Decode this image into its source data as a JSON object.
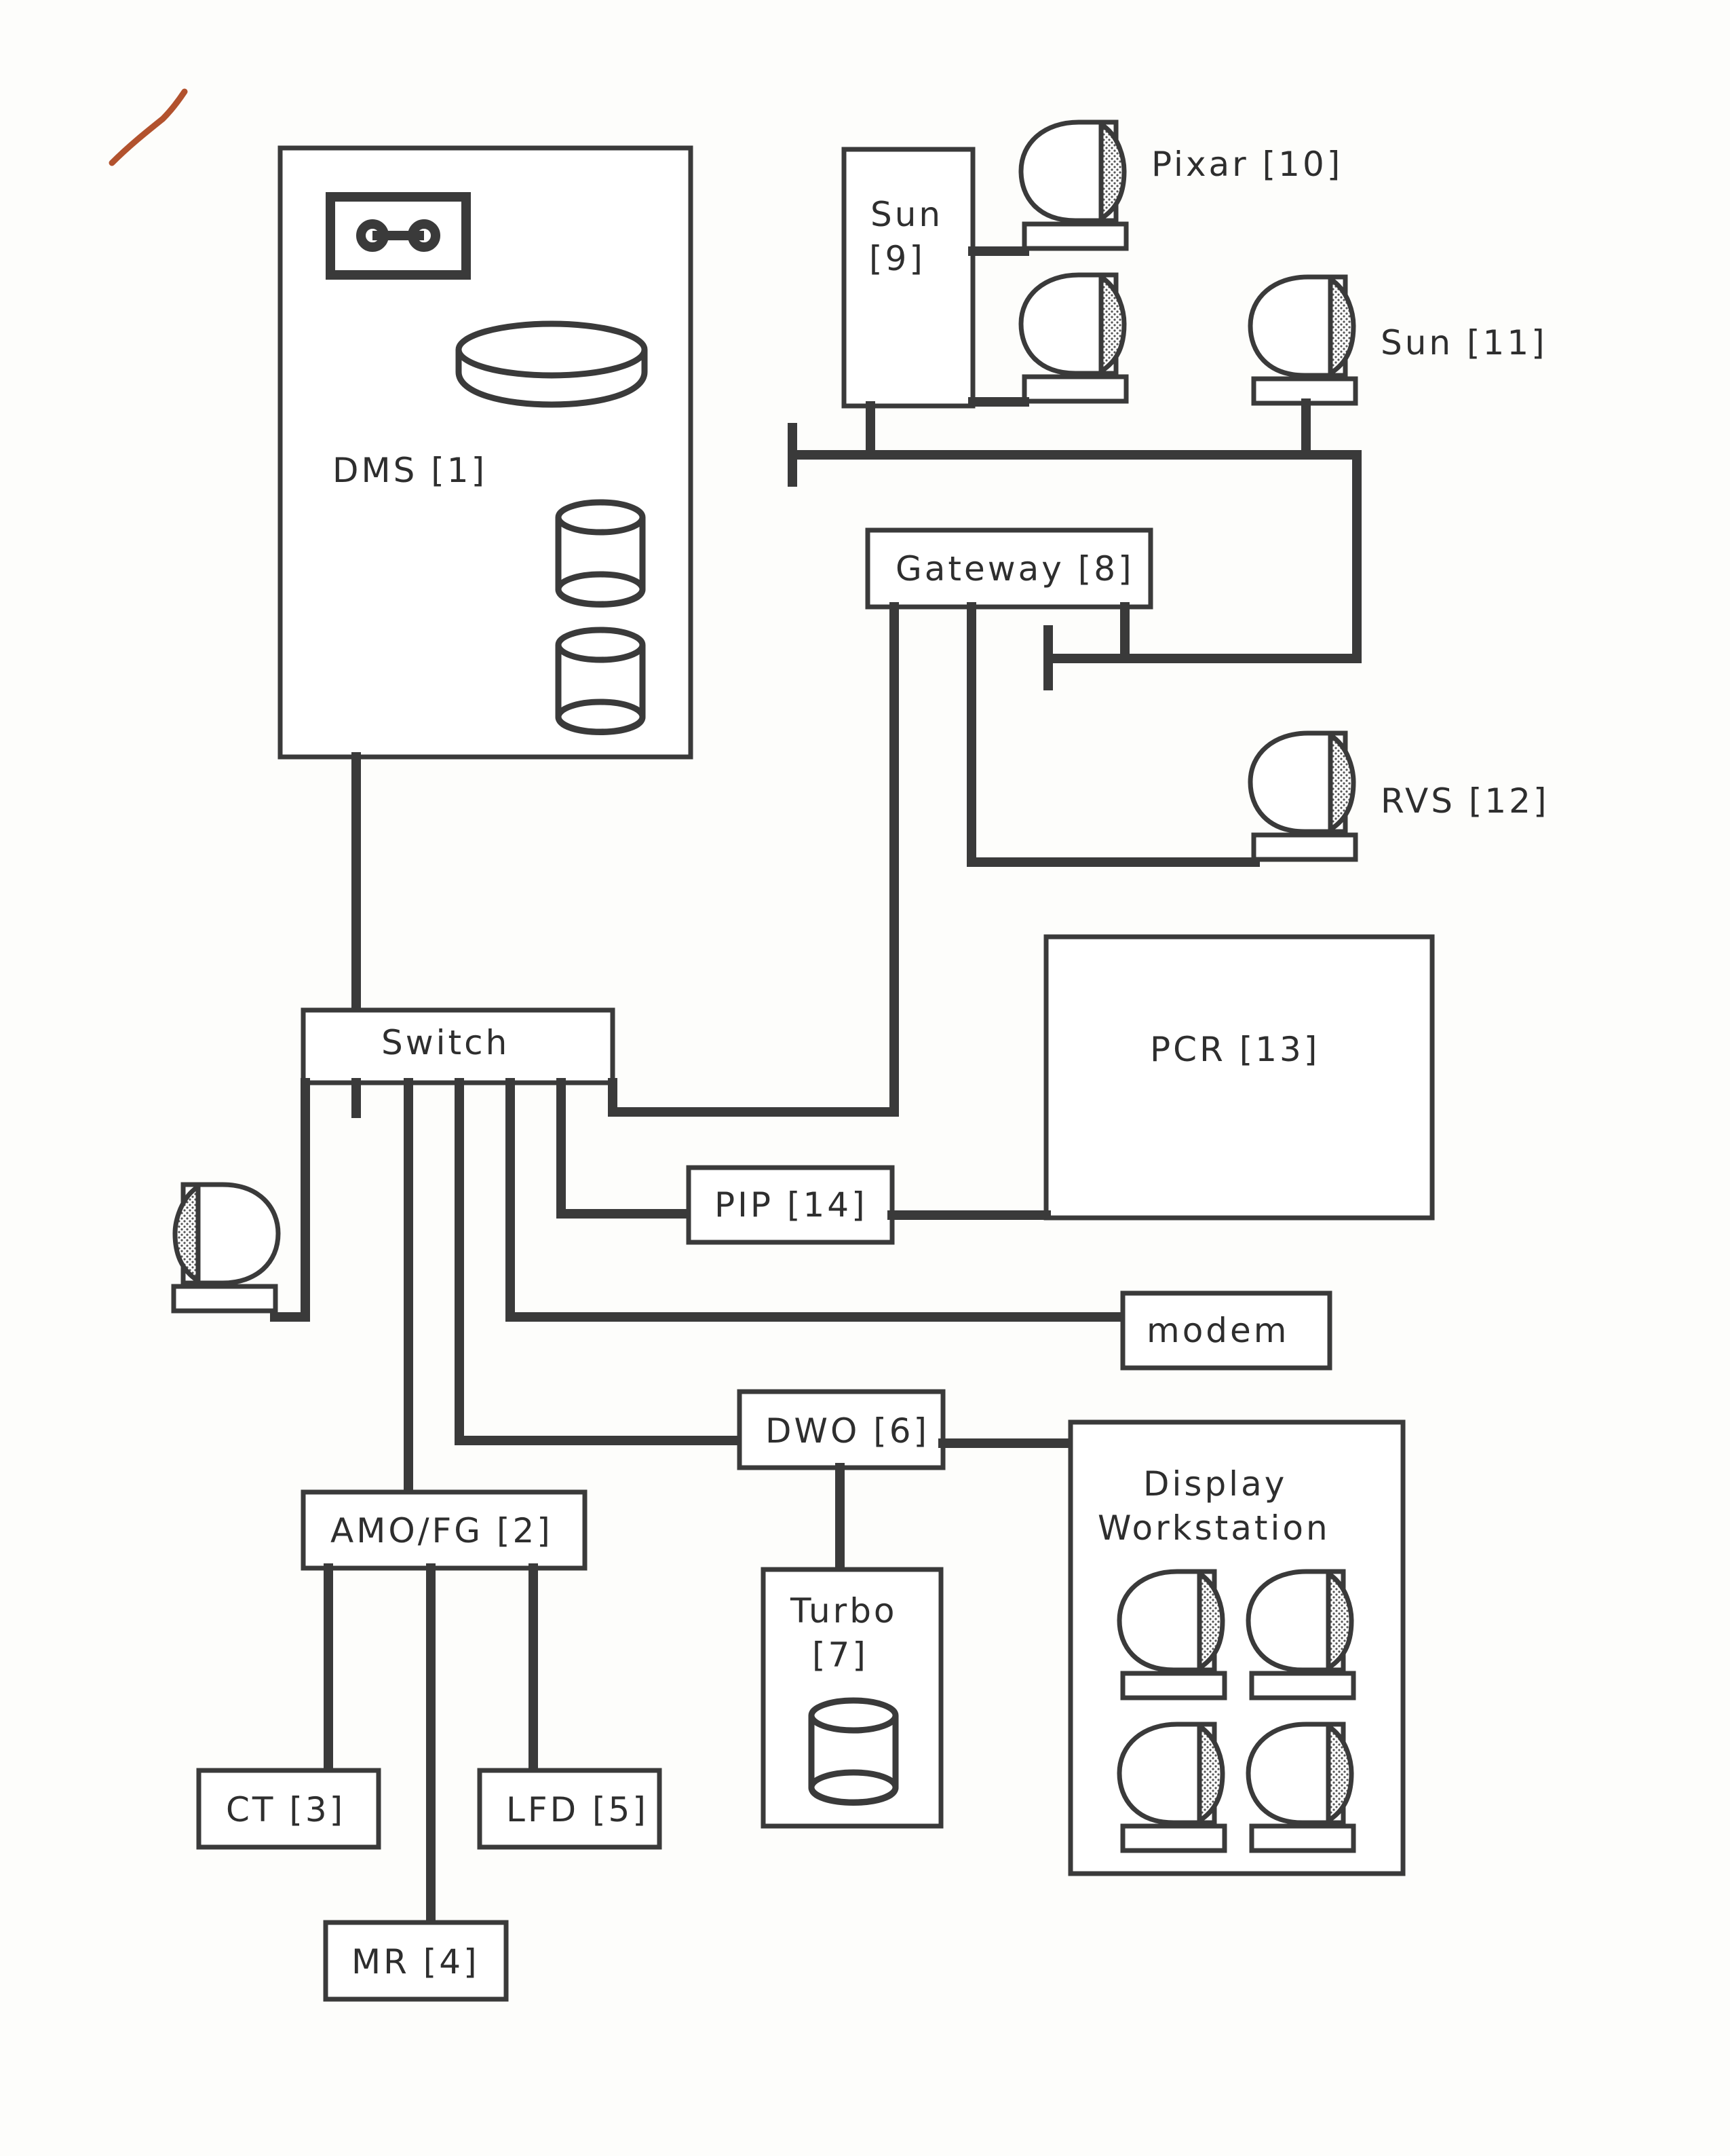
{
  "diagram": {
    "dms_label": "DMS [1]",
    "switch_label": "Switch",
    "amo_fg_label": "AMO/FG [2]",
    "ct_label": "CT [3]",
    "mr_label": "MR [4]",
    "lfd_label": "LFD [5]",
    "dwo_label": "DWO [6]",
    "turbo_label_line1": "Turbo",
    "turbo_label_line2": "[7]",
    "gateway_label": "Gateway [8]",
    "sun9_label_line1": "Sun",
    "sun9_label_line2": "[9]",
    "pixar_label": "Pixar [10]",
    "sun11_label": "Sun [11]",
    "rvs_label": "RVS [12]",
    "pcr_label": "PCR [13]",
    "pip_label": "PIP [14]",
    "modem_label": "modem",
    "display_ws_label_line1": "Display",
    "display_ws_label_line2": "Workstation"
  }
}
